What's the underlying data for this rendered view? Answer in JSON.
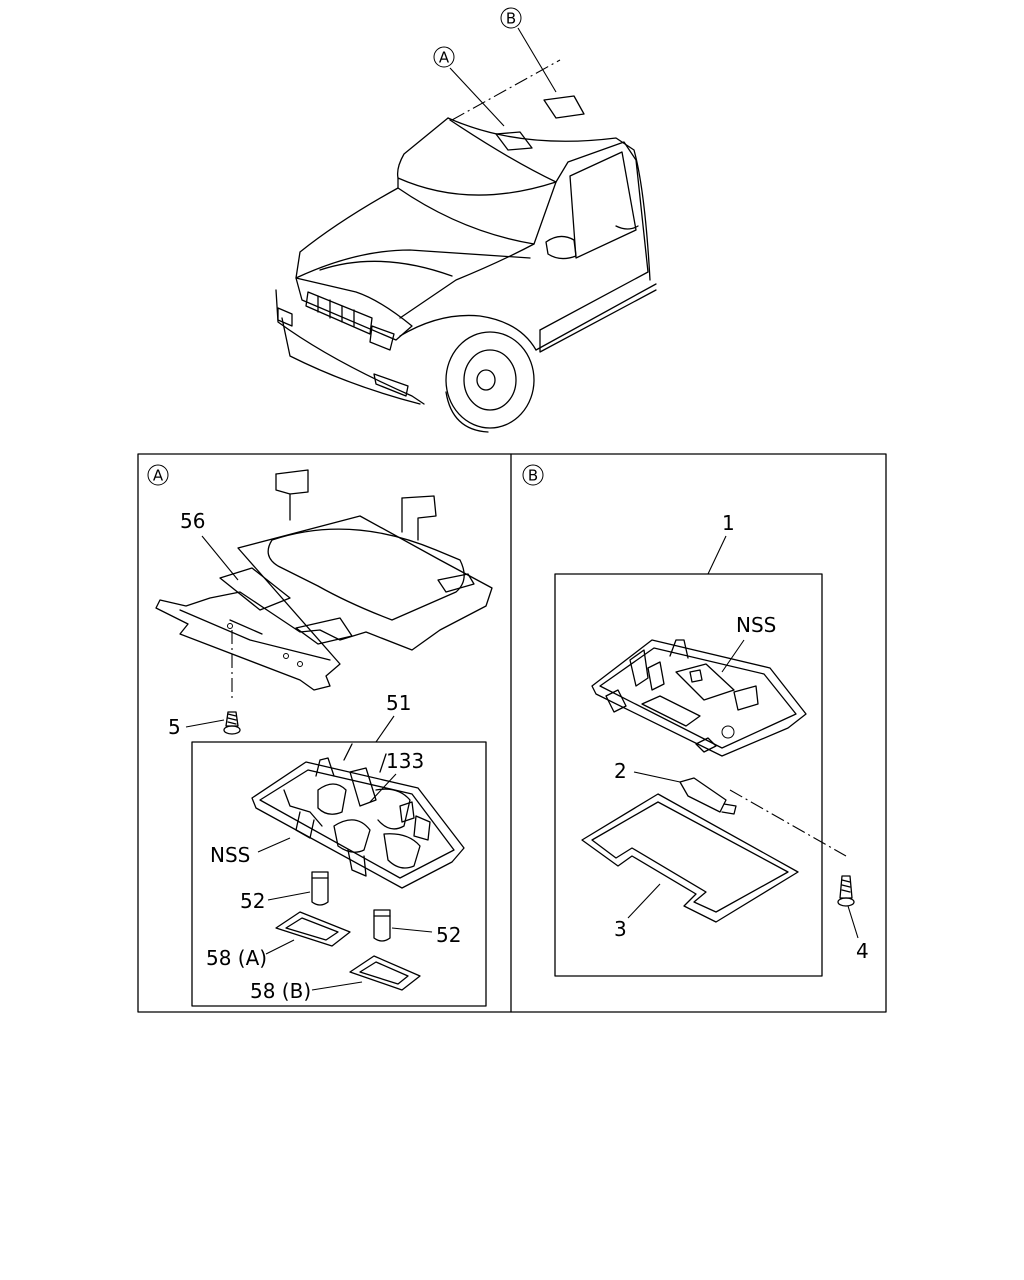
{
  "callouts": {
    "view_a": "A",
    "view_b": "B"
  },
  "panel_a": {
    "marker": "A",
    "labels": {
      "p56": "56",
      "p5": "5",
      "p51": "51",
      "p133": "133",
      "nss": "NSS",
      "p52_left": "52",
      "p52_right": "52",
      "p58a": "58 (A)",
      "p58b": "58 (B)"
    }
  },
  "panel_b": {
    "marker": "B",
    "labels": {
      "p1": "1",
      "nss": "NSS",
      "p2": "2",
      "p3": "3",
      "p4": "4"
    }
  }
}
